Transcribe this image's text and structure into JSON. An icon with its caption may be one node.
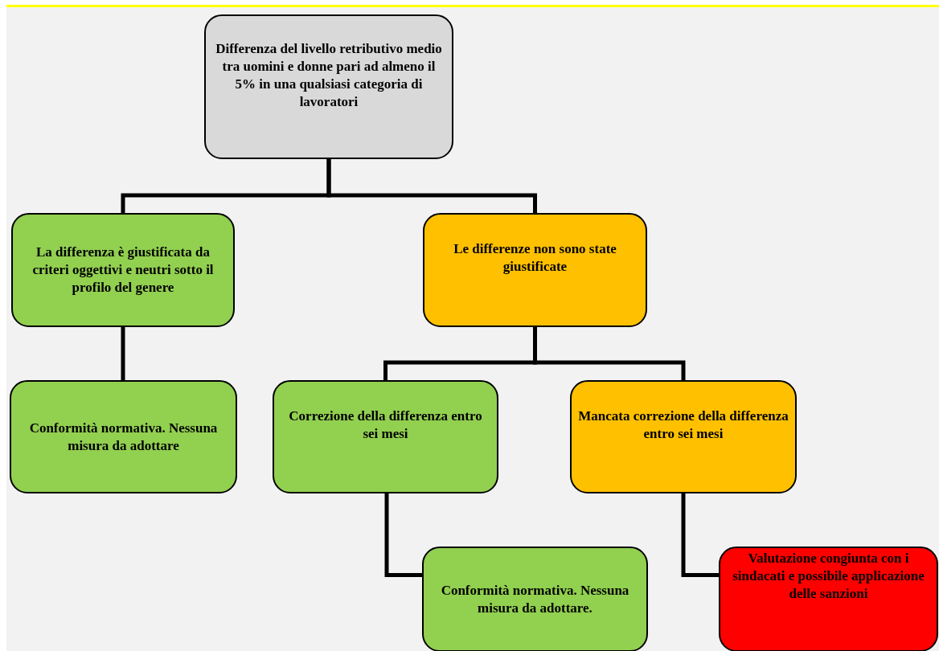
{
  "diagram": {
    "nodes": [
      {
        "text": [
          "Differenza del livello retributivo medio tra uomini e donne pari ad almeno il 5% in una qualsiasi categoria di lavoratori"
        ]
      },
      {
        "text": [
          "La differenza è giustificata da criteri oggettivi e neutri sotto il profilo del genere"
        ]
      },
      {
        "text": [
          "Le differenze non sono state giustificate"
        ]
      },
      {
        "text": [
          "Conformità normativa. Nessuna misura da adottare"
        ]
      },
      {
        "text": [
          "Correzione della differenza entro sei mesi"
        ]
      },
      {
        "text": [
          "Mancata correzione della differenza entro sei mesi"
        ]
      },
      {
        "text": [
          "Conformità normativa. Nessuna misura da adottare."
        ]
      },
      {
        "text": [
          "Valutazione congiunta con i sindacati e possibile applicazione delle sanzioni"
        ]
      }
    ],
    "edges": [
      {
        "from": 0,
        "to": 1,
        "arrow": "none"
      },
      {
        "from": 0,
        "to": 2,
        "arrow": "none"
      },
      {
        "from": 1,
        "to": 3,
        "arrow": "none"
      },
      {
        "from": 2,
        "to": 4,
        "arrow": "none"
      },
      {
        "from": 2,
        "to": 5,
        "arrow": "none"
      },
      {
        "from": 4,
        "to": 6,
        "arrow": "none"
      },
      {
        "from": 5,
        "to": 7,
        "arrow": "none"
      }
    ]
  }
}
